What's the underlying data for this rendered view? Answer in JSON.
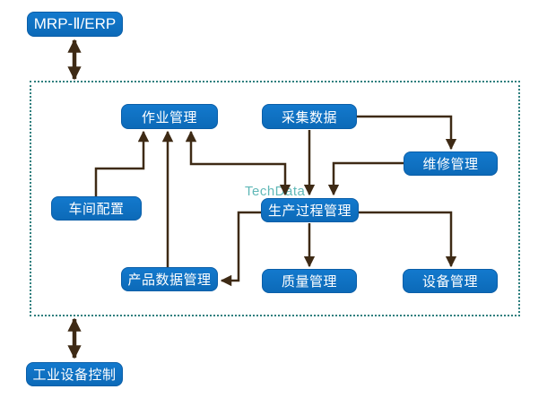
{
  "watermark": "TechData",
  "colors": {
    "node_blue": "#0d6fbe",
    "node_text": "#ffffff",
    "arrow_brown": "#3e2a15",
    "boundary_teal": "#2e7f7e",
    "watermark_teal": "#45acab"
  },
  "nodes": {
    "mrp_erp": {
      "label": "MRP-Ⅱ/ERP"
    },
    "job_management": {
      "label": "作业管理"
    },
    "data_collection": {
      "label": "采集数据"
    },
    "maintenance_management": {
      "label": "维修管理"
    },
    "workshop_configuration": {
      "label": "车间配置"
    },
    "production_process_management": {
      "label": "生产过程管理"
    },
    "product_data_management": {
      "label": "产品数据管理"
    },
    "quality_management": {
      "label": "质量管理"
    },
    "equipment_management": {
      "label": "设备管理"
    },
    "industrial_equipment_control": {
      "label": "工业设备控制"
    }
  },
  "edges": [
    {
      "from": "mrp_erp",
      "to": "mes-boundary",
      "type": "bidirectional"
    },
    {
      "from": "industrial_equipment_control",
      "to": "mes-boundary",
      "type": "bidirectional"
    },
    {
      "from": "workshop_configuration",
      "to": "job_management",
      "type": "one-way"
    },
    {
      "from": "product_data_management",
      "to": "job_management",
      "type": "one-way"
    },
    {
      "from": "production_process_management",
      "to": "job_management",
      "type": "bidirectional"
    },
    {
      "from": "data_collection",
      "to": "production_process_management",
      "type": "one-way"
    },
    {
      "from": "data_collection",
      "to": "maintenance_management",
      "type": "one-way"
    },
    {
      "from": "maintenance_management",
      "to": "production_process_management",
      "type": "one-way"
    },
    {
      "from": "production_process_management",
      "to": "quality_management",
      "type": "one-way"
    },
    {
      "from": "production_process_management",
      "to": "product_data_management",
      "type": "one-way"
    },
    {
      "from": "production_process_management",
      "to": "equipment_management",
      "type": "one-way"
    }
  ]
}
